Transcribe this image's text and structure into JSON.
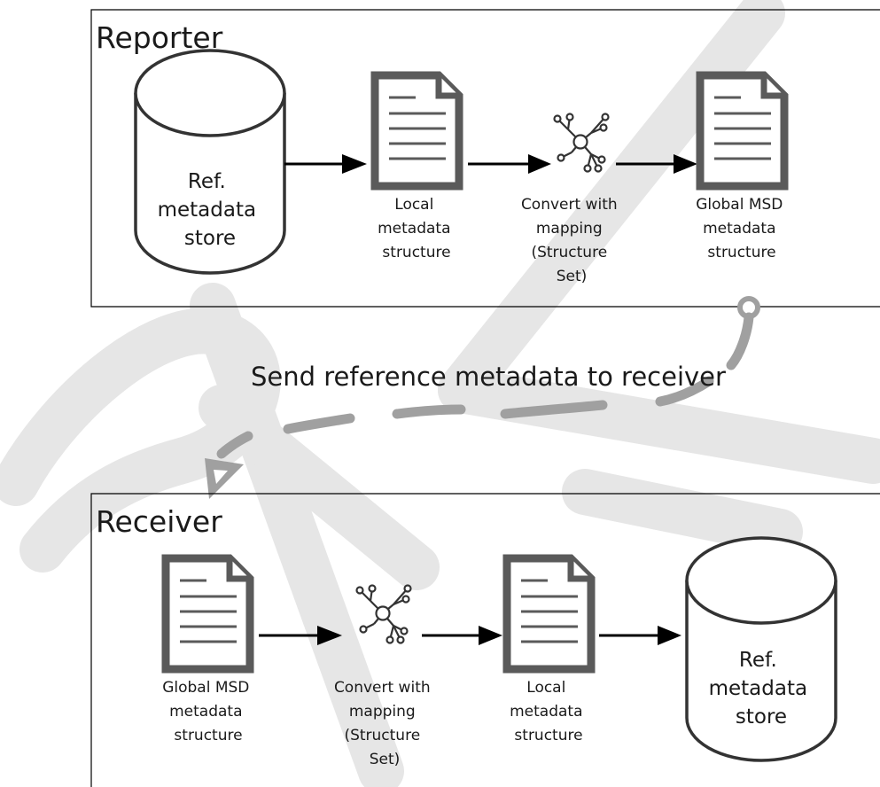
{
  "reporter": {
    "title": "Reporter",
    "store": [
      "Ref.",
      "metadata",
      "store"
    ],
    "local": [
      "Local",
      "metadata",
      "structure"
    ],
    "convert": [
      "Convert with",
      "mapping",
      "(Structure",
      "Set)"
    ],
    "global": [
      "Global MSD",
      "metadata",
      "structure"
    ]
  },
  "transfer": {
    "label": "Send reference metadata to receiver"
  },
  "receiver": {
    "title": "Receiver",
    "global": [
      "Global MSD",
      "metadata",
      "structure"
    ],
    "convert": [
      "Convert with",
      "mapping",
      "(Structure",
      "Set)"
    ],
    "local": [
      "Local",
      "metadata",
      "structure"
    ],
    "store": [
      "Ref.",
      "metadata",
      "store"
    ]
  },
  "watermark": "DRAFT",
  "colors": {
    "document_stroke": "#5a5a5a",
    "arrow": "#000000",
    "flow_dash": "#a0a0a0",
    "watermark": "#e6e6e6"
  }
}
